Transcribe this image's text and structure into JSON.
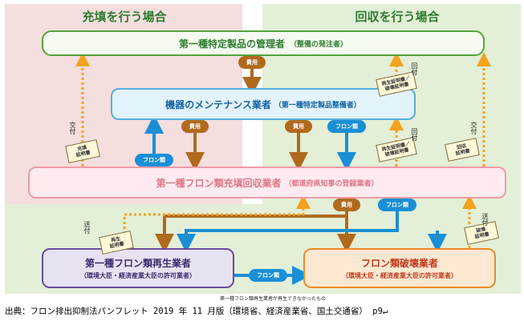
{
  "sections": {
    "left_title": "充填を行う場合",
    "right_title": "回収を行う場合"
  },
  "nodes": {
    "manager": {
      "name": "第一種特定製品の管理者",
      "sub": "（整備の発注者）"
    },
    "maintenance": {
      "name": "機器のメンテナンス業者",
      "sub": "（第一種特定製品整備者）"
    },
    "recovery": {
      "name": "第一種フロン類充塡回収業者",
      "sub": "（都道府県知事の登録業者）"
    },
    "regeneration": {
      "name": "第一種フロン類再生業者",
      "sub": "（環境大臣・経済産業大臣の許可業者）"
    },
    "destruction": {
      "name": "フロン類破壊業者",
      "sub": "（環境大臣・経済産業大臣の許可業者）"
    }
  },
  "flows": {
    "fee": "費用",
    "freon": "フロン類"
  },
  "documents": {
    "fill_cert": "充填\n証明書",
    "regen_cert_return": "再生証明書／\n破壊証明書",
    "recovery_cert": "回収\n証明書",
    "regen_cert": "再生\n証明書",
    "destroy_cert": "破壊\n証明書"
  },
  "labels": {
    "kofu": "交付",
    "kaifu": "回付",
    "sofu": "送付"
  },
  "footnote": "第一種フロン類再生業者が再生できなかったもの",
  "source": "出典：フロン排出抑制法パンフレット 2019 年 11 月版（環境省、経済産業省、国土交通省） p9↵",
  "colors": {
    "left_bg": "#f4dede",
    "right_bg": "#e3efd6",
    "title_green": "#2e7d32",
    "fee_brown": "#b06a1e",
    "freon_blue": "#1a8fd6",
    "doc_arrow_orange": "#f2a21f"
  }
}
